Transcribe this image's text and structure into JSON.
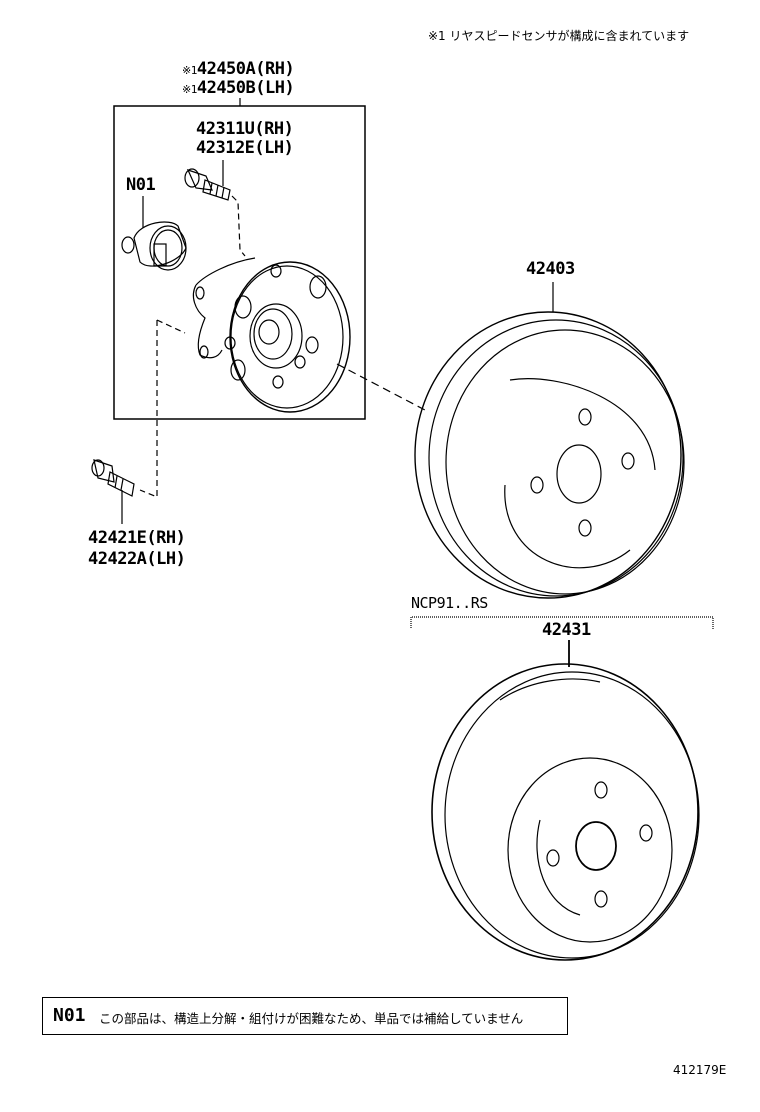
{
  "header": {
    "note": "※1 リヤスピードセンサが構成に含まれています"
  },
  "parts": {
    "hub_assembly": {
      "prefix": "※1",
      "rh": "42450A(RH)",
      "lh": "42450B(LH)",
      "prefix_lh": "※1"
    },
    "hub_bolt": {
      "rh": "42311U(RH)",
      "lh": "42312E(LH)"
    },
    "sensor_cap": {
      "code": "N01"
    },
    "mount_bolt": {
      "rh": "42421E(RH)",
      "lh": "42422A(LH)"
    },
    "brake_drum": {
      "number": "42403"
    },
    "brake_disc": {
      "number": "42431",
      "condition": "NCP91..RS"
    }
  },
  "footnote": {
    "code": "N01",
    "text": "この部品は、構造上分解・組付けが困難なため、単品では補給していません"
  },
  "illustration_id": "412179E"
}
